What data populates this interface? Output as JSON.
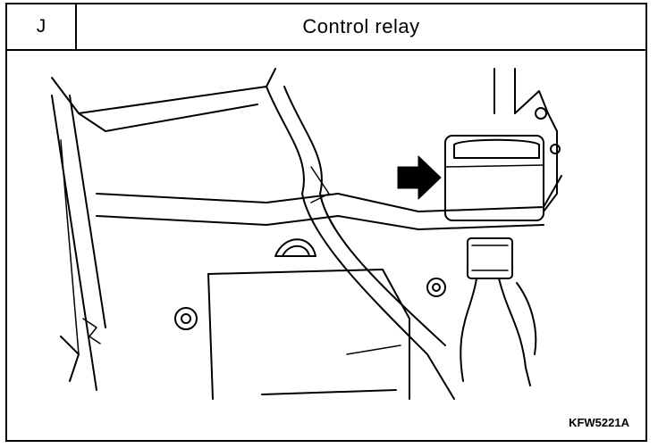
{
  "header": {
    "ref": "J",
    "title": "Control relay"
  },
  "figure": {
    "code": "KFW5221A",
    "subject": "control-relay",
    "pointer": "arrow-icon"
  }
}
